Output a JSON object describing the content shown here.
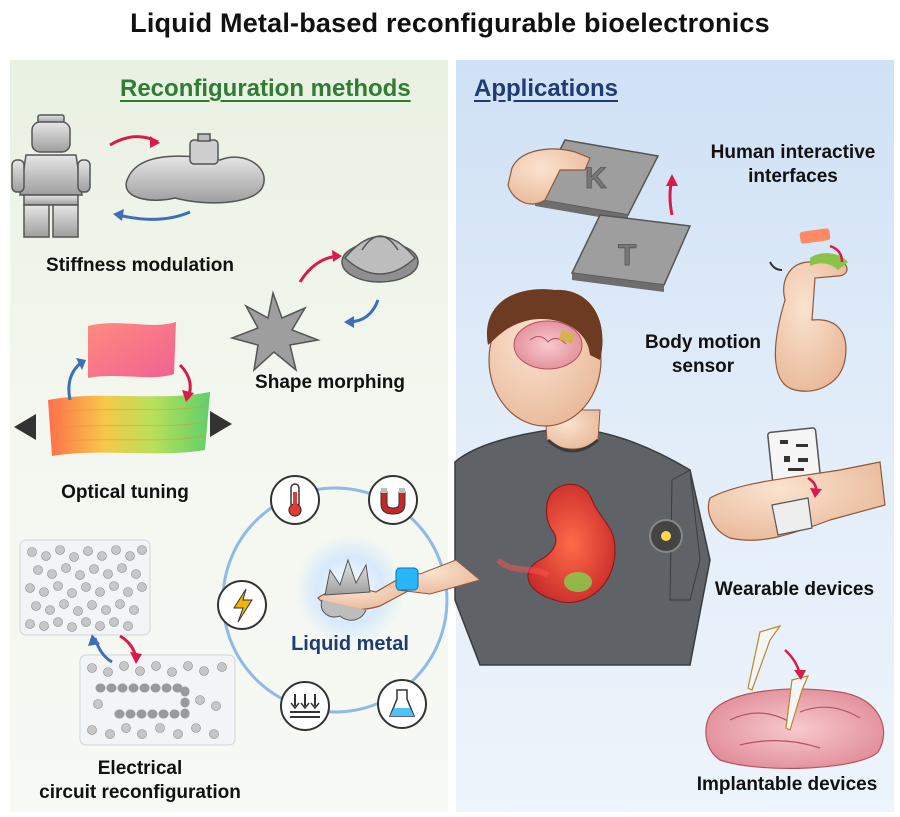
{
  "title": "Liquid Metal-based reconfigurable bioelectronics",
  "left_panel": {
    "heading": "Reconfiguration methods",
    "methods": [
      {
        "label": "Stiffness modulation"
      },
      {
        "label": "Shape morphing"
      },
      {
        "label": "Optical tuning"
      },
      {
        "label_line1": "Electrical",
        "label_line2": "circuit reconfiguration"
      }
    ],
    "center_label": "Liquid metal",
    "stimulus_icons": [
      "thermometer-icon",
      "magnet-icon",
      "lightning-icon",
      "pressure-icon",
      "flask-icon"
    ]
  },
  "right_panel": {
    "heading": "Applications",
    "applications": [
      {
        "label_line1": "Human interactive",
        "label_line2": "interfaces"
      },
      {
        "label_line1": "Body motion",
        "label_line2": "sensor"
      },
      {
        "label": "Wearable devices"
      },
      {
        "label": "Implantable devices"
      }
    ],
    "keypad_letters": [
      "K",
      "T"
    ]
  },
  "colors": {
    "left_heading": "#2e7d32",
    "right_heading": "#1f3b73",
    "center_label": "#1f3b73",
    "arrow_red": "#d81b4a",
    "arrow_blue": "#3d6fb6"
  }
}
